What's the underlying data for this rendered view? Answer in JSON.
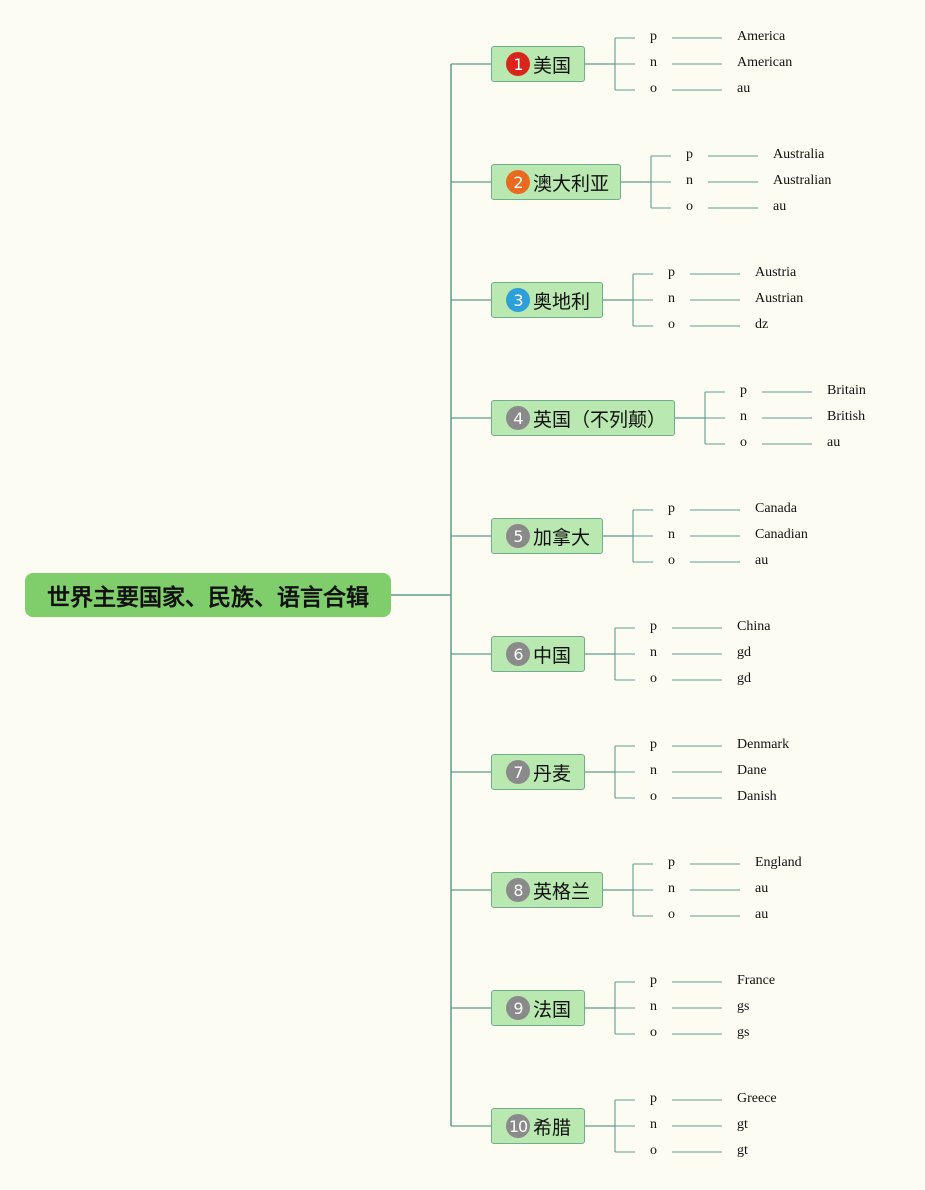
{
  "root": {
    "label": "世界主要国家、民族、语言合辑"
  },
  "branches": [
    {
      "num": "1",
      "badge_color": "#d7261b",
      "label": "美国",
      "leaves": [
        {
          "key": "p",
          "value": "America"
        },
        {
          "key": "n",
          "value": "American"
        },
        {
          "key": "o",
          "value": "au"
        }
      ]
    },
    {
      "num": "2",
      "badge_color": "#ea6a1f",
      "label": "澳大利亚",
      "leaves": [
        {
          "key": "p",
          "value": "Australia"
        },
        {
          "key": "n",
          "value": "Australian"
        },
        {
          "key": "o",
          "value": "au"
        }
      ]
    },
    {
      "num": "3",
      "badge_color": "#2e9fd8",
      "label": "奥地利",
      "leaves": [
        {
          "key": "p",
          "value": "Austria"
        },
        {
          "key": "n",
          "value": "Austrian"
        },
        {
          "key": "o",
          "value": "dz"
        }
      ]
    },
    {
      "num": "4",
      "badge_color": "#8a8a8a",
      "label": "英国（不列颠）",
      "leaves": [
        {
          "key": "p",
          "value": "Britain"
        },
        {
          "key": "n",
          "value": "British"
        },
        {
          "key": "o",
          "value": "au"
        }
      ]
    },
    {
      "num": "5",
      "badge_color": "#8a8a8a",
      "label": "加拿大",
      "leaves": [
        {
          "key": "p",
          "value": "Canada"
        },
        {
          "key": "n",
          "value": "Canadian"
        },
        {
          "key": "o",
          "value": "au"
        }
      ]
    },
    {
      "num": "6",
      "badge_color": "#8a8a8a",
      "label": "中国",
      "leaves": [
        {
          "key": "p",
          "value": "China"
        },
        {
          "key": "n",
          "value": "gd"
        },
        {
          "key": "o",
          "value": "gd"
        }
      ]
    },
    {
      "num": "7",
      "badge_color": "#8a8a8a",
      "label": "丹麦",
      "leaves": [
        {
          "key": "p",
          "value": "Denmark"
        },
        {
          "key": "n",
          "value": "Dane"
        },
        {
          "key": "o",
          "value": "Danish"
        }
      ]
    },
    {
      "num": "8",
      "badge_color": "#8a8a8a",
      "label": "英格兰",
      "leaves": [
        {
          "key": "p",
          "value": "England"
        },
        {
          "key": "n",
          "value": "au"
        },
        {
          "key": "o",
          "value": "au"
        }
      ]
    },
    {
      "num": "9",
      "badge_color": "#8a8a8a",
      "label": "法国",
      "leaves": [
        {
          "key": "p",
          "value": "France"
        },
        {
          "key": "n",
          "value": "gs"
        },
        {
          "key": "o",
          "value": "gs"
        }
      ]
    },
    {
      "num": "10",
      "badge_color": "#8a8a8a",
      "label": "希腊",
      "leaves": [
        {
          "key": "p",
          "value": "Greece"
        },
        {
          "key": "n",
          "value": "gt"
        },
        {
          "key": "o",
          "value": "gt"
        }
      ]
    }
  ]
}
